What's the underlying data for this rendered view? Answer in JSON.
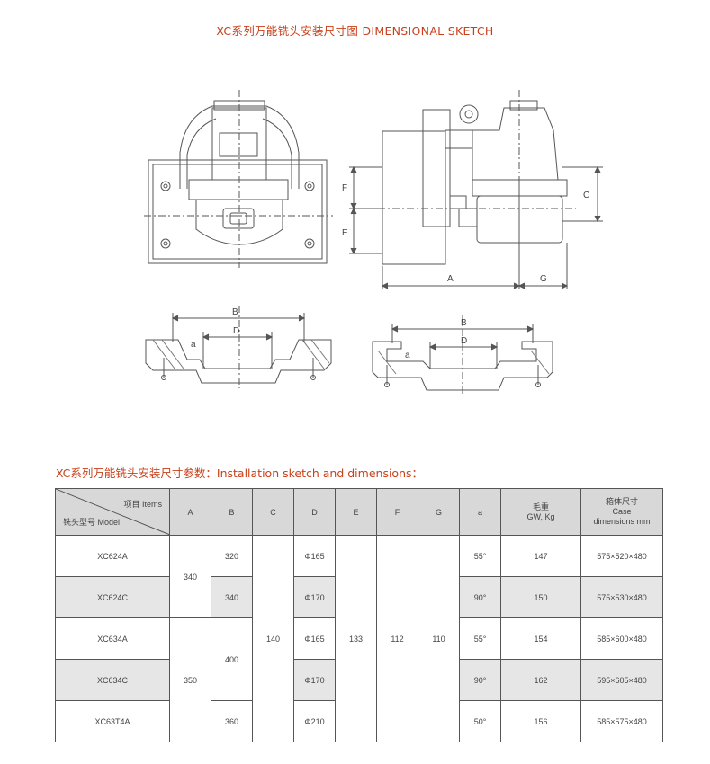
{
  "title": "XC系列万能铣头安装尺寸图 DIMENSIONAL SKETCH",
  "subtitle": "XC系列万能铣头安装尺寸参数：Installation sketch and dimensions：",
  "drawing_labels": {
    "front_A": "A",
    "front_G": "G",
    "front_C": "C",
    "front_F": "F",
    "front_E": "E",
    "bottom_left_B": "B",
    "bottom_left_D": "D",
    "bottom_left_a": "a",
    "bottom_right_B": "B",
    "bottom_right_D": "D",
    "bottom_right_a": "a"
  },
  "table": {
    "header": {
      "items": "项目 Items",
      "model": "铣头型号 Model",
      "cols": [
        "A",
        "B",
        "C",
        "D",
        "E",
        "F",
        "G",
        "a"
      ],
      "weight_cn": "毛重",
      "weight_en": "GW, Kg",
      "case_cn": "箱体尺寸",
      "case_en1": "Case",
      "case_en2": "dimensions mm"
    },
    "rows": [
      {
        "model": "XC624A",
        "B": "320",
        "D": "Φ165",
        "a": "55°",
        "gw": "147",
        "case": "575×520×480"
      },
      {
        "model": "XC624C",
        "B": "340",
        "D": "Φ170",
        "a": "90°",
        "gw": "150",
        "case": "575×530×480"
      },
      {
        "model": "XC634A",
        "D": "Φ165",
        "a": "55°",
        "gw": "154",
        "case": "585×600×480"
      },
      {
        "model": "XC634C",
        "D": "Φ170",
        "a": "90°",
        "gw": "162",
        "case": "595×605×480"
      },
      {
        "model": "XC63T4A",
        "B": "360",
        "D": "Φ210",
        "a": "50°",
        "gw": "156",
        "case": "585×575×480"
      }
    ],
    "merged": {
      "A_1": "340",
      "A_2": "350",
      "B_34": "400",
      "C": "140",
      "E": "133",
      "F": "112",
      "G": "110"
    }
  }
}
